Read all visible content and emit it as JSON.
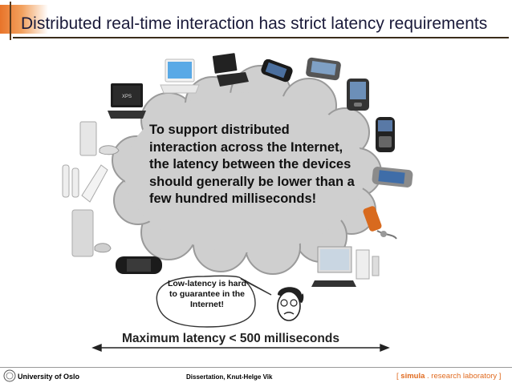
{
  "slide": {
    "title": "Distributed real-time interaction has strict latency requirements",
    "cloud_text": "To support distributed interaction across the Internet, the latency between the devices should generally be lower than a few hundred milliseconds!",
    "bubble_text": "Low-latency is hard to guarantee in the Internet!",
    "latency_label": "Maximum latency < 500 milliseconds"
  },
  "footer": {
    "left": "University of Oslo",
    "center": "Dissertation, Knut-Helge Vik",
    "right_open": "[ ",
    "right_brand": "simula",
    "right_rest": " . research laboratory ]"
  },
  "devices": {
    "laptop_screen_text": "XPS"
  },
  "colors": {
    "accent": "#e8742a",
    "cloud_fill": "#cfcfcf",
    "cloud_stroke": "#9a9a9a",
    "footer_brand": "#e06a1f"
  }
}
